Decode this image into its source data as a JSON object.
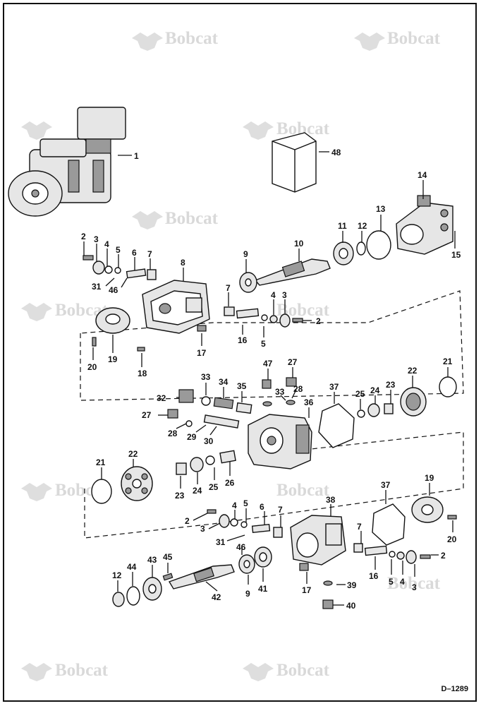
{
  "watermark": {
    "text": "Bobcat",
    "color": "#d9d9d9"
  },
  "drawing_number": "D–1289",
  "callouts": [
    "1",
    "2",
    "3",
    "4",
    "5",
    "6",
    "7",
    "8",
    "9",
    "10",
    "11",
    "12",
    "13",
    "14",
    "15",
    "16",
    "17",
    "18",
    "19",
    "20",
    "21",
    "22",
    "23",
    "24",
    "25",
    "26",
    "27",
    "28",
    "29",
    "30",
    "31",
    "32",
    "33",
    "34",
    "35",
    "36",
    "37",
    "38",
    "39",
    "40",
    "41",
    "42",
    "43",
    "44",
    "45",
    "46",
    "47",
    "48"
  ]
}
